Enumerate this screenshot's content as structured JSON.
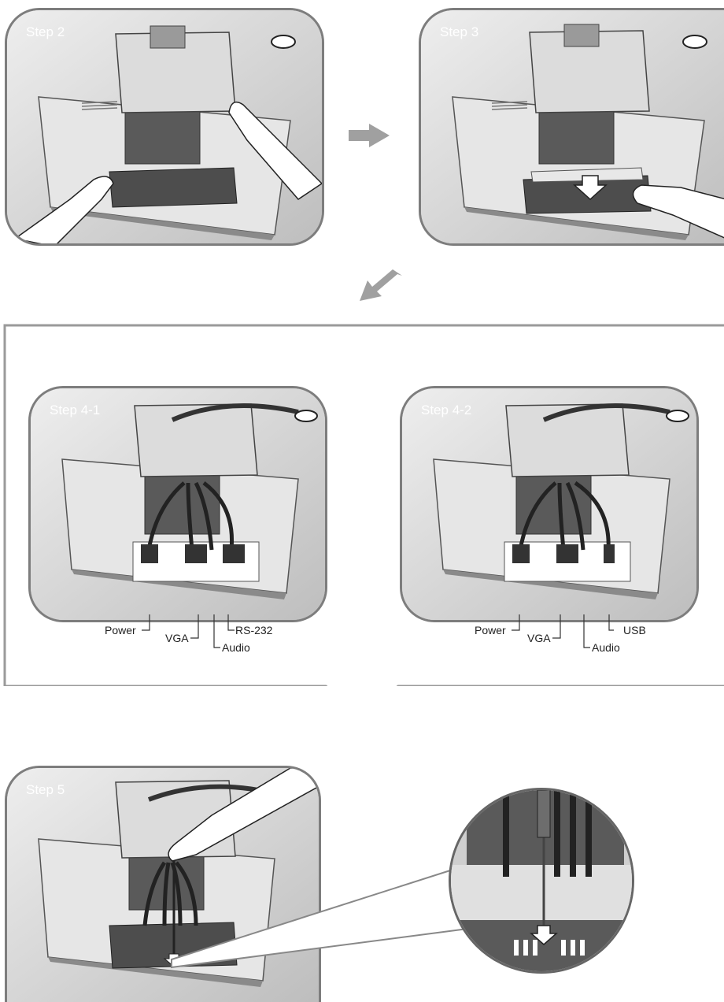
{
  "steps": {
    "step2": "Step 2",
    "step3": "Step 3",
    "step4_1": "Step 4-1",
    "step4_2": "Step 4-2",
    "step5": "Step 5"
  },
  "step4_1_labels": {
    "power": "Power",
    "vga": "VGA",
    "audio": "Audio",
    "rs232": "RS-232"
  },
  "step4_2_labels": {
    "power": "Power",
    "vga": "VGA",
    "audio": "Audio",
    "usb": "USB"
  },
  "icons": [
    "right-arrow-icon",
    "down-left-arrow-icon",
    "down-arrow-icon",
    "screwdriver-icon",
    "hand-icon",
    "cable-hole-icon"
  ],
  "colors": {
    "panel_border": "#7d7d7d",
    "panel_bg": "#cfcfcf",
    "arrow": "#a0a0a0",
    "frame": "#9a9a9a"
  }
}
